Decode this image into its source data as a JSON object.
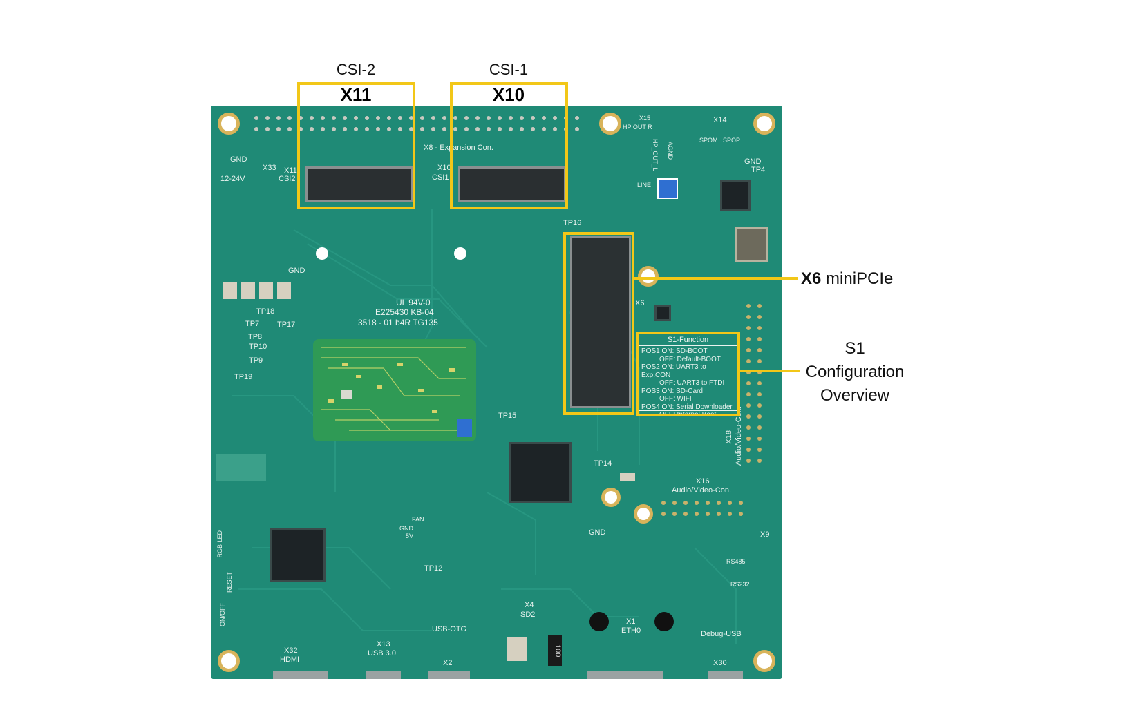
{
  "callouts": {
    "csi2_name": "CSI-2",
    "csi2_id": "X11",
    "csi1_name": "CSI-1",
    "csi1_id": "X10",
    "x6_id": "X6",
    "x6_desc": "miniPCIe",
    "s1_line1": "S1",
    "s1_line2": "Configuration",
    "s1_line3": "Overview"
  },
  "silkscreen": {
    "gnd_left": "GND",
    "x33": "X33",
    "v12_24": "12-24V",
    "x11_csi2_a": "X11",
    "x11_csi2_b": "CSI2",
    "x10_csi1_a": "X10",
    "x10_csi1_b": "CSI1",
    "x8": "X8 - Expansion Con.",
    "x15": "X15",
    "hp_out_r": "HP OUT R",
    "agnd": "AGND",
    "hp_out_l": "HP_OUT_L",
    "line": "LINE",
    "x14": "X14",
    "spom": "SPOM",
    "spop": "SPOP",
    "gnd_tp4": "GND",
    "tp4": "TP4",
    "tp16": "TP16",
    "gnd_mid": "GND",
    "x6_small": "X6",
    "ul": "UL 94V-0",
    "e_code": "E225430 KB-04",
    "date_code": "3518 - 01 b4R TG135",
    "tp18": "TP18",
    "tp7": "TP7",
    "tp17": "TP17",
    "tp8": "TP8",
    "tp10": "TP10",
    "tp9": "TP9",
    "tp19": "TP19",
    "tp15": "TP15",
    "tp14": "TP14",
    "x16": "X16",
    "x16_desc": "Audio/Video-Con.",
    "x18": "X18",
    "x18_desc": "Audio/Video-Con.",
    "fan": "FAN",
    "fan_gnd": "GND",
    "fan_5v": "5V",
    "gnd_bottom": "GND",
    "x9": "X9",
    "rs485": "RS485",
    "rs232": "RS232",
    "rgb_led": "RGB LED",
    "reset": "RESET",
    "on_off": "ON/OFF",
    "tp12": "TP12",
    "x4": "X4",
    "sd2": "SD2",
    "usb_otg": "USB-OTG",
    "x1": "X1",
    "eth0": "ETH0",
    "debug_usb": "Debug-USB",
    "x32": "X32",
    "hdmi": "HDMI",
    "x13": "X13",
    "usb30": "USB 3.0",
    "x2": "X2",
    "x30": "X30",
    "resistor": "100"
  },
  "s1_function": {
    "title": "S1-Function",
    "lines": [
      "POS1 ON: SD-BOOT",
      "OFF: Default-BOOT",
      "POS2 ON: UART3 to Exp.CON",
      "OFF: UART3 to FTDI",
      "POS3 ON: SD-Card",
      "OFF: WIFI",
      "POS4 ON: Serial Downloader",
      "OFF: Internal Boot"
    ]
  },
  "colors": {
    "highlight": "#f2c718",
    "pcb": "#1f8a76",
    "silkscreen": "#e9f3ef"
  }
}
